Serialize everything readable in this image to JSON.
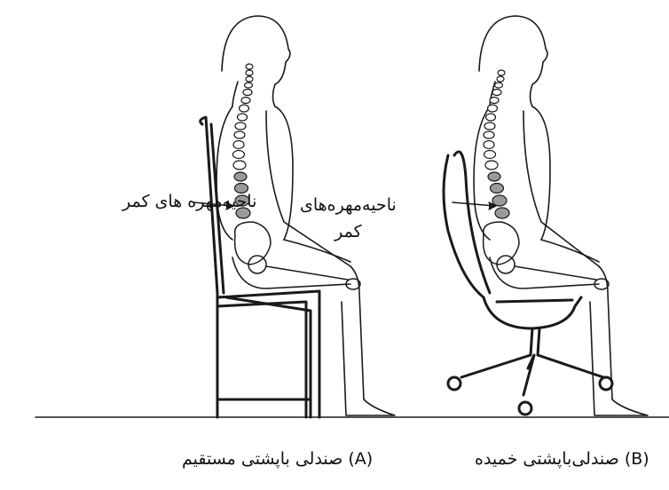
{
  "figure": {
    "left_panel": {
      "region_label": "ناحیه‌مهره های کمر",
      "caption": "(A) صندلی باپشتی مستقیم"
    },
    "right_panel": {
      "region_label_line1": "ناحیه‌مهره‌های",
      "region_label_line2": "کمر",
      "caption": "(B) صندلی‌باپشتی خمیده"
    }
  }
}
